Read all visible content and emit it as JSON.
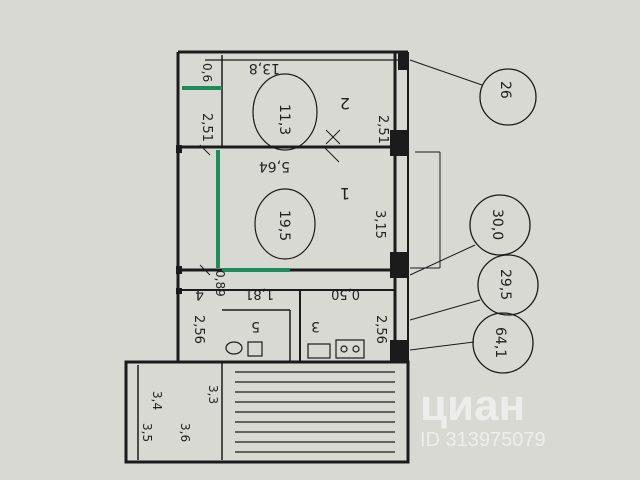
{
  "plan": {
    "room_numbers": {
      "r1": "1",
      "r2": "2",
      "r3": "3",
      "r4": "4",
      "r5": "5"
    },
    "areas": {
      "r2_main": "11,3",
      "r2_side": "13,8",
      "r1_main": "19,5",
      "r1_side": "5,64",
      "r4": "1,81",
      "r4_width": "0,89",
      "r3_width": "0,50"
    },
    "dimensions": {
      "r2_height": "2,51",
      "r2_width": "2,51",
      "r1_height": "3,15",
      "lower_left": "2,56",
      "lower_right": "2,56",
      "left_ext": "0,6",
      "stair_a": "3,5",
      "stair_b": "3,6",
      "stair_c": "3,3",
      "stair_d": "3,4"
    },
    "circles": [
      "26",
      "30",
      "29",
      "64"
    ],
    "circle_suffixes": [
      "",
      ",0",
      ",5",
      ",1"
    ]
  },
  "watermark": {
    "brand": "циан",
    "id": "ID 313975079"
  },
  "colors": {
    "background": "#d9d9d4",
    "wall": "#1b1b1b",
    "green": "#1f8a5a"
  }
}
